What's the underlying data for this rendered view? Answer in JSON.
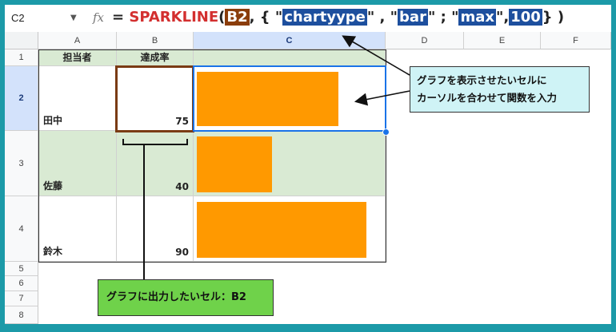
{
  "formula_bar": {
    "name_box": "C2",
    "fx": "fx",
    "eq": "=",
    "function": "SPARKLINE",
    "open_paren": " (",
    "ref": "B2",
    "sep1": ", { \"",
    "opt1_key": "chartyype",
    "sep2": "\" , \"",
    "opt1_val": "bar",
    "sep3": "\" ; \"",
    "opt2_key": "max",
    "sep4": "\",",
    "opt2_val": "100",
    "close": "} )"
  },
  "columns": [
    {
      "label": ""
    },
    {
      "label": "A"
    },
    {
      "label": "B"
    },
    {
      "label": "C"
    },
    {
      "label": "D"
    },
    {
      "label": "E"
    },
    {
      "label": "F"
    }
  ],
  "rows": [
    "1",
    "2",
    "3",
    "4",
    "5",
    "6",
    "7",
    "8"
  ],
  "table": {
    "header": {
      "name": "担当者",
      "rate": "達成率"
    },
    "records": [
      {
        "name": "田中",
        "rate": 75
      },
      {
        "name": "佐藤",
        "rate": 40
      },
      {
        "name": "鈴木",
        "rate": 90
      }
    ],
    "sparkline_max": 100
  },
  "callouts": {
    "formula_note_line1": "グラフを表示させたいセルに",
    "formula_note_line2": "カーソルを合わせて関数を入力",
    "data_note": "グラフに出力したいセル：B2"
  },
  "colors": {
    "bar": "#ff9900",
    "table_fill": "#d9ead3",
    "selection": "#1a73e8",
    "ref_highlight": "#8b3d0b",
    "arg_highlight": "#1d4f9e",
    "function_text": "#d32f2f"
  },
  "selected_cell": "C2"
}
